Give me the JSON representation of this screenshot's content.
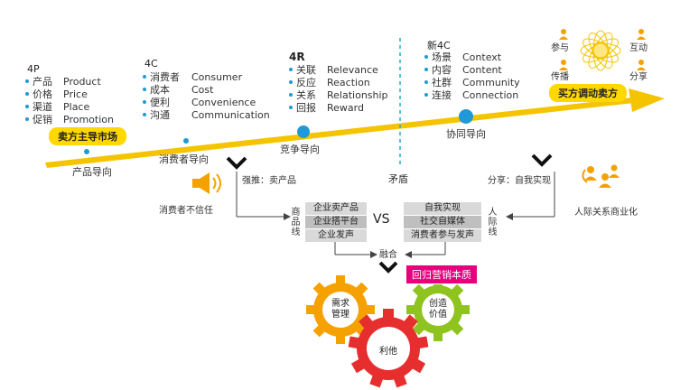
{
  "colors": {
    "accent_yellow": "#f5c400",
    "highlight_yellow": "#ffd800",
    "node_blue": "#1f9ad6",
    "magenta": "#e6007e",
    "gear_red": "#e62e2e",
    "gear_orange": "#f5a100",
    "gear_green": "#8fc31f"
  },
  "eras": [
    {
      "title": "4P",
      "items": [
        {
          "cn": "产品",
          "en": "Product"
        },
        {
          "cn": "价格",
          "en": "Price"
        },
        {
          "cn": "渠道",
          "en": "Place"
        },
        {
          "cn": "促销",
          "en": "Promotion"
        }
      ]
    },
    {
      "title": "4C",
      "items": [
        {
          "cn": "消费者",
          "en": "Consumer"
        },
        {
          "cn": "成本",
          "en": "Cost"
        },
        {
          "cn": "便利",
          "en": "Convenience"
        },
        {
          "cn": "沟通",
          "en": "Communication"
        }
      ]
    },
    {
      "title": "4R",
      "items": [
        {
          "cn": "关联",
          "en": "Relevance"
        },
        {
          "cn": "反应",
          "en": "Reaction"
        },
        {
          "cn": "关系",
          "en": "Relationship"
        },
        {
          "cn": "回报",
          "en": "Reward"
        }
      ]
    },
    {
      "title": "新4C",
      "items": [
        {
          "cn": "场景",
          "en": "Context"
        },
        {
          "cn": "内容",
          "en": "Content"
        },
        {
          "cn": "社群",
          "en": "Community"
        },
        {
          "cn": "连接",
          "en": "Connection"
        }
      ]
    }
  ],
  "timeline": {
    "seller_market": "卖方主导市场",
    "buyer_seller": "买方调动卖方",
    "stages": [
      "产品导向",
      "消费者导向",
      "竞争导向",
      "协同导向"
    ]
  },
  "network_people": [
    "参与",
    "互动",
    "传播",
    "分享"
  ],
  "contradiction": "矛盾",
  "left_branch": {
    "push": "强推：卖产品",
    "distrust": "消费者不信任"
  },
  "right_branch": {
    "share": "分享：自我实现",
    "commercial": "人际关系商业化"
  },
  "left_line": "商品线",
  "right_line": "人际线",
  "vs": "VS",
  "left_box": [
    "企业卖产品",
    "企业搭平台",
    "企业发声"
  ],
  "right_box": [
    "自我实现",
    "社交自媒体",
    "消费者参与发声"
  ],
  "merge": "融合",
  "essence": "回归营销本质",
  "gears": {
    "demand": "需求管理",
    "create": "创造价值",
    "altruism": "利他"
  }
}
